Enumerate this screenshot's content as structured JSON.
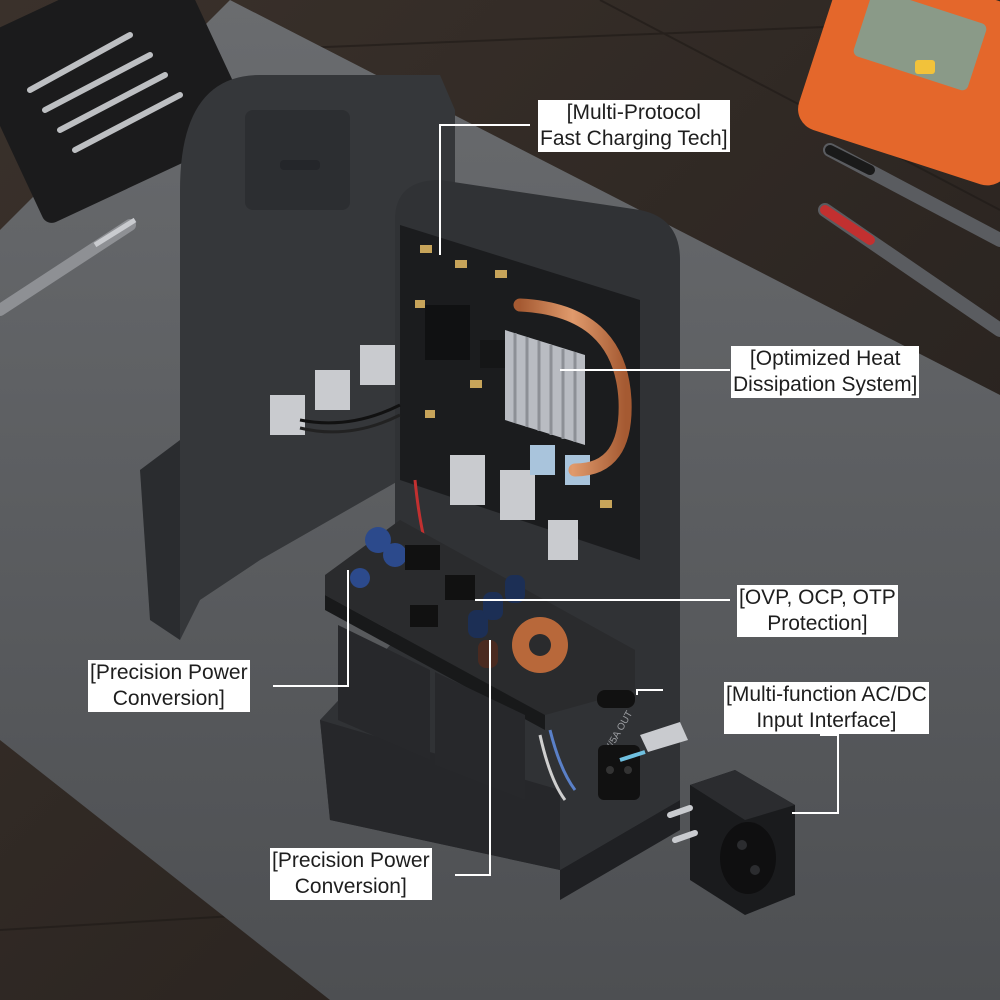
{
  "colors": {
    "wood": "#2b2521",
    "slab": "#5b5d60",
    "housing": "#303235",
    "pcb": "#1b1c1e",
    "copper": "#c8784a",
    "heatsink": "#b9bcc2",
    "multimeter": "#e4672b",
    "callout_line": "#ffffff",
    "callout_text": "#1e1e1e"
  },
  "callouts": [
    {
      "line1": "[Multi-Protocol",
      "line2": "Fast Charging Tech]"
    },
    {
      "line1": "[Optimized Heat",
      "line2": "Dissipation System]"
    },
    {
      "line1": "[OVP, OCP, OTP",
      "line2": "Protection]"
    },
    {
      "line1": "[Precision Power",
      "line2": "Conversion]"
    },
    {
      "line1": "[Multi-function AC/DC",
      "line2": "Input Interface]"
    },
    {
      "line1": "[Precision Power",
      "line2": "Conversion]"
    }
  ],
  "port_label": "5V/5A OUT",
  "icons": [
    "screwdriver-icon",
    "multimeter-icon",
    "test-probe-icon",
    "usb-c-plug-icon",
    "ac-socket-icon",
    "heat-pipe-icon"
  ]
}
